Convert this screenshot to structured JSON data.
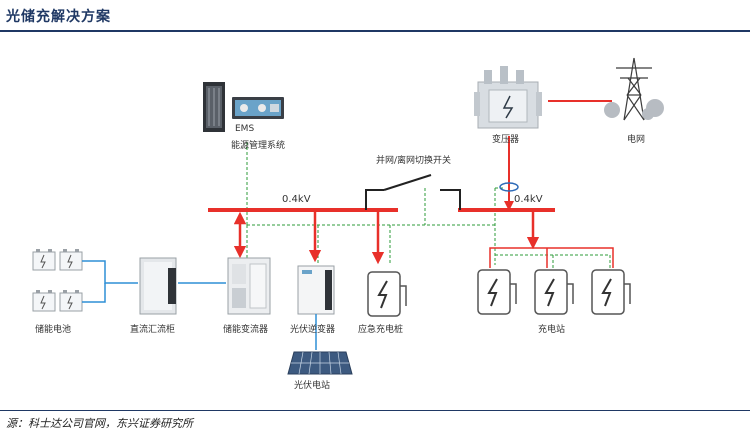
{
  "header": {
    "title": "光储充解决方案"
  },
  "footer": {
    "source": "源：科士达公司官网，东兴证券研究所"
  },
  "diagram": {
    "labels": {
      "ems": "EMS",
      "ems_system": "能源管理系统",
      "transformer": "变压器",
      "grid": "电网",
      "switch": "并网/离网切换开关",
      "voltage_left": "0.4kV",
      "voltage_right": "0.4kV",
      "battery": "储能电池",
      "dc_cabinet": "直流汇流柜",
      "pcs": "储能变流器",
      "pv_inverter": "光伏逆变器",
      "emergency_charger": "应急充电桩",
      "charging_station": "充电站",
      "pv_station": "光伏电站"
    }
  }
}
